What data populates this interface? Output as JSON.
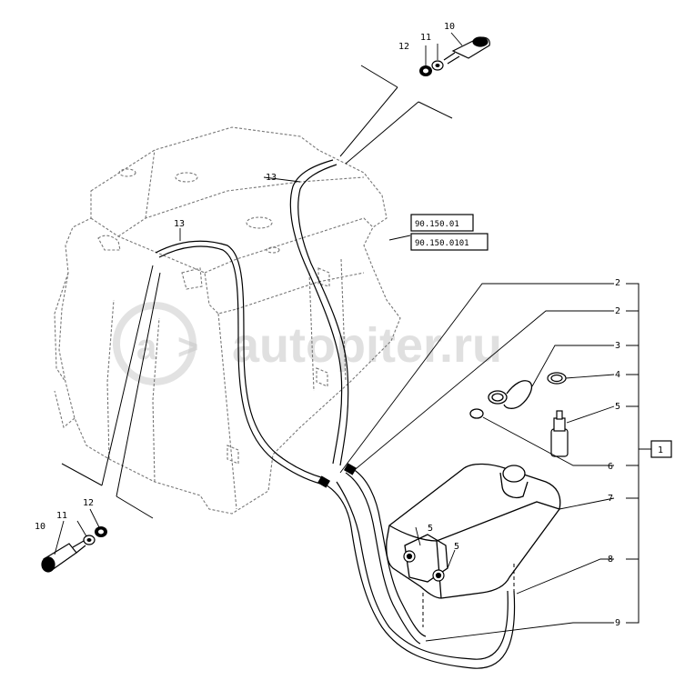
{
  "watermark": "autopiter.ru",
  "reference_codes": [
    "90.150.01",
    "90.150.0101"
  ],
  "group_label": "1",
  "callouts": {
    "c2a": "2",
    "c2b": "2",
    "c3": "3",
    "c4": "4",
    "c5r": "5",
    "c6": "6",
    "c7": "7",
    "c8": "8",
    "c9": "9",
    "c10t": "10",
    "c11t": "11",
    "c12t": "12",
    "c10b": "10",
    "c11b": "11",
    "c12b": "12",
    "c13a": "13",
    "c13b": "13",
    "c5t1": "5",
    "c5t2": "5"
  }
}
